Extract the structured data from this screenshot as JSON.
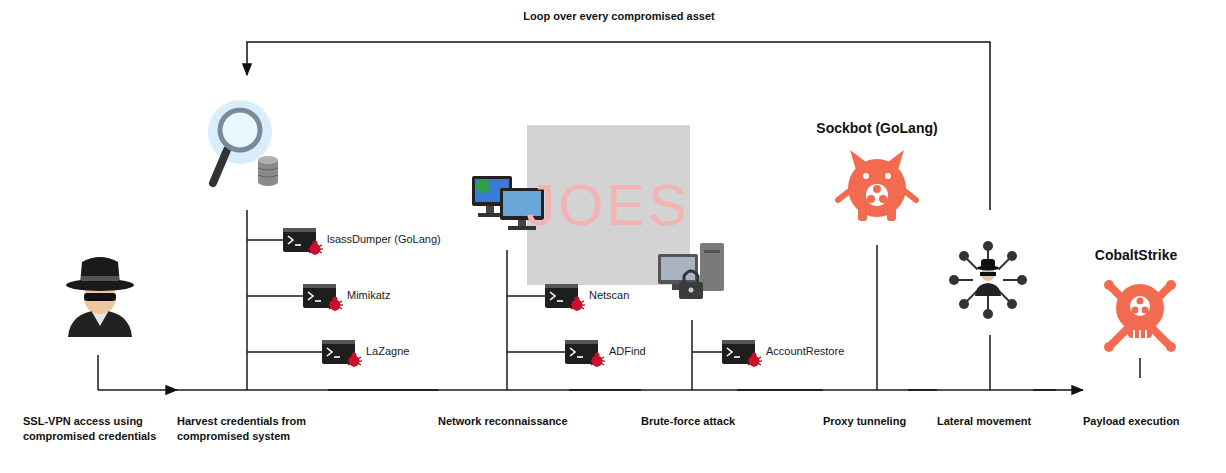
{
  "diagram": {
    "nodes": [
      {
        "text": [
          "SSL-VPN access using compromised credentials"
        ]
      },
      {
        "text": [
          "Harvest credentials from compromised system"
        ]
      },
      {
        "text": [
          "Network reconnaissance"
        ]
      },
      {
        "text": [
          "Brute-force attack"
        ]
      },
      {
        "text": [
          "Proxy tunneling"
        ]
      },
      {
        "text": [
          "Lateral movement"
        ]
      },
      {
        "text": [
          "Payload execution"
        ]
      }
    ],
    "edges": [
      {
        "from": 0,
        "to": 1,
        "arrow": "to"
      },
      {
        "from": 1,
        "to": 2,
        "arrow": "none"
      },
      {
        "from": 2,
        "to": 3,
        "arrow": "none"
      },
      {
        "from": 3,
        "to": 4,
        "arrow": "none"
      },
      {
        "from": 4,
        "to": 5,
        "arrow": "none"
      },
      {
        "from": 5,
        "to": 6,
        "arrow": "to"
      },
      {
        "from": 5,
        "to": 1,
        "arrow": "to",
        "label": "Loop over every compromised asset"
      }
    ],
    "labels": [
      "JOES",
      "lsassDumper (GoLang)",
      "Mimikatz",
      "LaZagne",
      "Netscan",
      "ADFind",
      "AccountRestore",
      "Sockbot (GoLang)",
      "CobaltStrike"
    ]
  }
}
